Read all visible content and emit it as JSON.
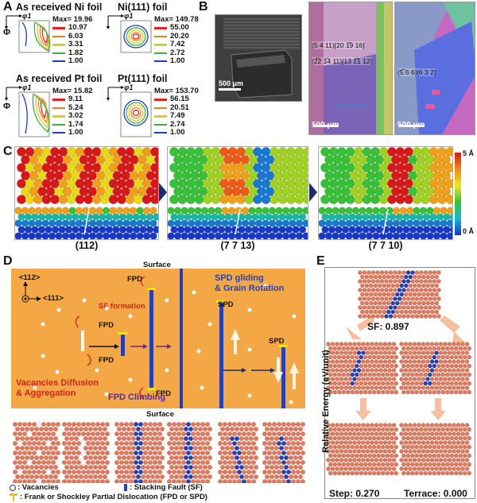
{
  "panels": {
    "A": "A",
    "B": "B",
    "C": "C",
    "D": "D",
    "E": "E"
  },
  "pole_figures": [
    {
      "title": "As received Ni foil",
      "axis_top": "φ1",
      "axis_side": "Φ",
      "max_label": "Max= 19.96",
      "levels": [
        "10.97",
        "6.03",
        "3.31",
        "1.82",
        "1.00"
      ]
    },
    {
      "title": "Ni(111) foil",
      "axis_top": "φ1",
      "axis_side": "Φ",
      "max_label": "Max= 149.78",
      "levels": [
        "55.00",
        "20.20",
        "7.42",
        "2.72",
        "1.00"
      ]
    },
    {
      "title": "As received Pt foil",
      "axis_top": "φ1",
      "axis_side": "Φ",
      "max_label": "Max= 15.82",
      "levels": [
        "9.11",
        "5.24",
        "3.02",
        "1.74",
        "1.00"
      ]
    },
    {
      "title": "Pt(111) foil",
      "axis_top": "φ1",
      "axis_side": "Φ",
      "max_label": "Max= 153.70",
      "levels": [
        "56.15",
        "20.51",
        "7.49",
        "2.74",
        "1.00"
      ]
    }
  ],
  "level_colors": [
    "#e8201c",
    "#f07f1c",
    "#d8d020",
    "#3cb043",
    "#1c3cc8"
  ],
  "panel_b": {
    "sem_scale": "500 μm",
    "ebsd_scale_1": "500 μm",
    "ebsd_scale_2": "500 μm",
    "index_1": "(5 4 11)[20 1̅9 16]",
    "index_2": "(2̅2 1̅4 11)[13 1̅1 12]",
    "index_3": "(5̅ 6 6)[6 3 2]"
  },
  "panel_c": {
    "captions": [
      "(112)",
      "(7 7 13)",
      "(7 7 10)"
    ],
    "colorbar_top": "5 Å",
    "colorbar_bottom": "0 Å"
  },
  "panel_d": {
    "axis_112": "<112>",
    "axis_111": "<111>",
    "sf_formation": "SF formation",
    "fpd": "FPD",
    "surface": "Surface",
    "spd": "SPD",
    "spd_gliding": "SPD gliding",
    "grain_rotation": "& Grain Rotation",
    "vacancies_diffusion": "Vacancies Diffusion",
    "aggregation": "& Aggregation",
    "fpd_climbing": "FPD Climbing",
    "legend_vacancies": ": Vacancies",
    "legend_sf": ": Stacking Fault (SF)",
    "legend_dislocation": ": Frank or Shockley Partial Dislocation (FPD or SPD)"
  },
  "panel_e": {
    "ylabel": "Relative Energy (eV/unit)",
    "sf_label": "SF: 0.897",
    "step_label": "Step: 0.270",
    "terrace_label": "Terrace: 0.000"
  },
  "colors": {
    "atom_orange": "#e2775a",
    "sf_blue": "#2a3fb0",
    "panel_d_bg": "#f4a845",
    "arrow_navy": "#1c2c6c"
  }
}
